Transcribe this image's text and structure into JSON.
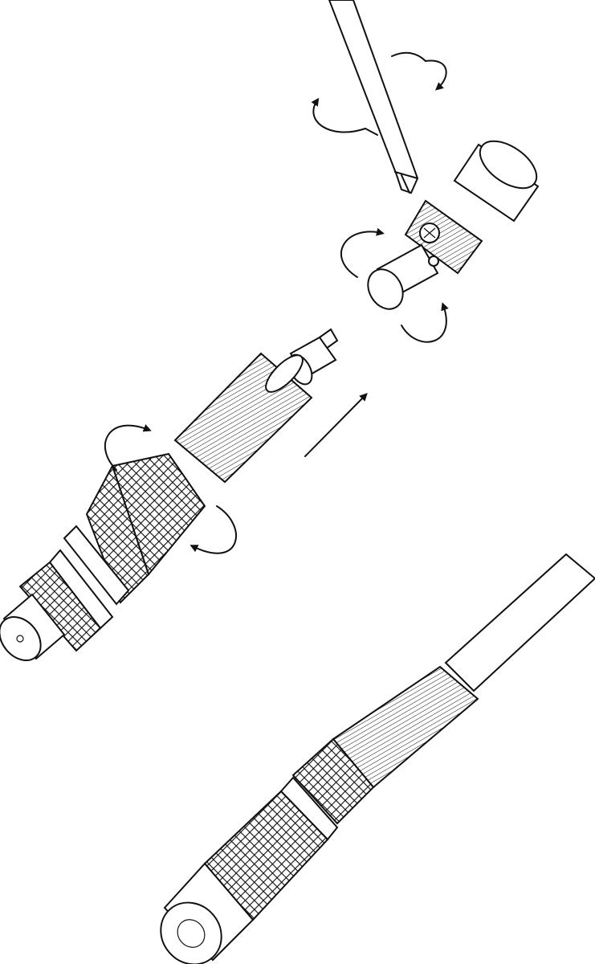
{
  "figure": {
    "kind": "assembly-instructions",
    "steps": [
      {
        "icon": "screwdriver-icon",
        "action": "rotate"
      },
      {
        "icon": "connector-head-icon",
        "action": "rotate"
      },
      {
        "icon": "connector-body-icon",
        "action": "screw-together"
      },
      {
        "icon": "assembled-connector-icon",
        "action": "result"
      }
    ],
    "line_color": "#111111",
    "background_color": "#ffffff"
  }
}
